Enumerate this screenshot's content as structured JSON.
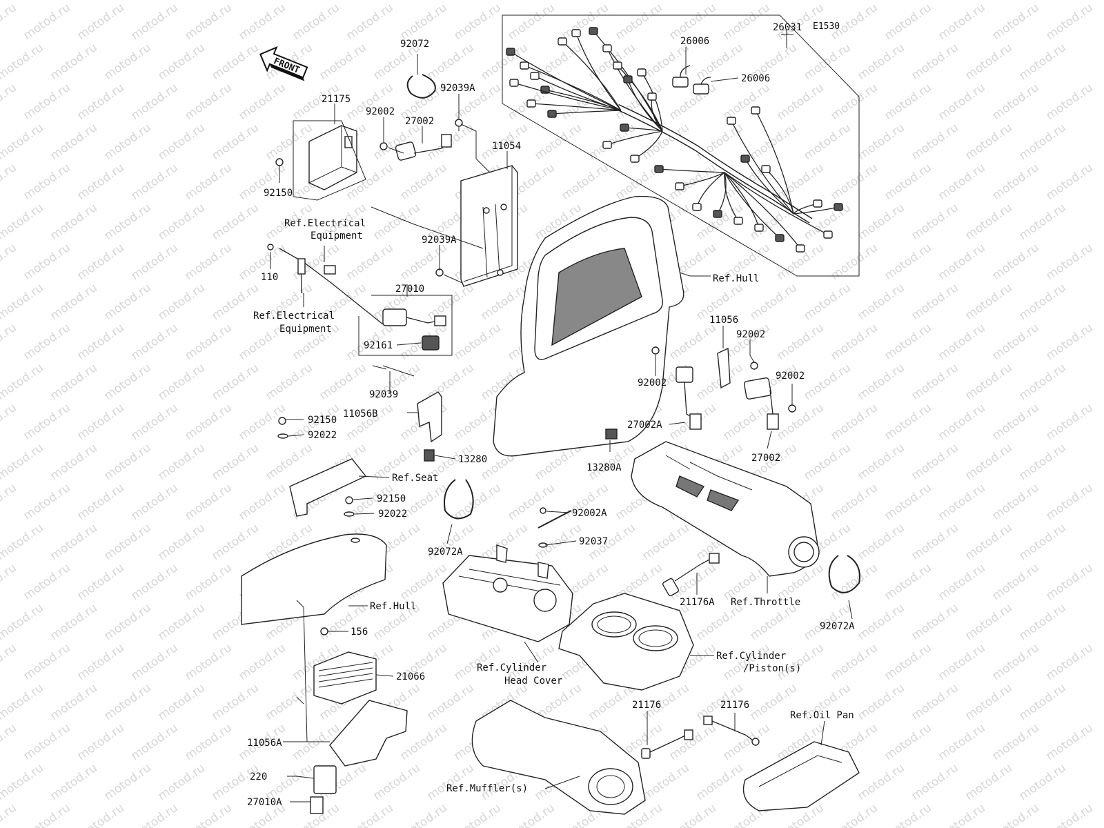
{
  "diagram_code": "E1530",
  "watermark": "motod.ru",
  "front_arrow": "FRONT",
  "labels": {
    "p92072": "92072",
    "p92039A_1": "92039A",
    "p92002_1": "92002",
    "p27002_1": "27002",
    "p21175": "21175",
    "p11054": "11054",
    "p92150_1": "92150",
    "p26006_1": "26006",
    "p26006_2": "26006",
    "p26031": "26031",
    "ref_elec_1a": "Ref.Electrical",
    "ref_elec_1b": "Equipment",
    "p92039A_2": "92039A",
    "p110": "110",
    "p27010": "27010",
    "ref_elec_2a": "Ref.Electrical",
    "ref_elec_2b": "Equipment",
    "ref_hull_1": "Ref.Hull",
    "p92161": "92161",
    "p11056": "11056",
    "p92002_2": "92002",
    "p92002_3": "92002",
    "p92002_4": "92002",
    "p92039": "92039",
    "p11056B": "11056B",
    "p92150_2": "92150",
    "p92022_1": "92022",
    "p27002A": "27002A",
    "p27002_2": "27002",
    "p13280": "13280",
    "p13280A": "13280A",
    "ref_seat": "Ref.Seat",
    "p92150_3": "92150",
    "p92022_2": "92022",
    "p92002A": "92002A",
    "p92037": "92037",
    "p92072A_1": "92072A",
    "ref_hull_2": "Ref.Hull",
    "p21176A": "21176A",
    "ref_throttle": "Ref.Throttle",
    "p92072A_2": "92072A",
    "p156": "156",
    "p21066": "21066",
    "ref_cyl_head_a": "Ref.Cylinder",
    "ref_cyl_head_b": "Head Cover",
    "ref_cyl_piston_a": "Ref.Cylinder",
    "ref_cyl_piston_b": "/Piston(s)",
    "p21176_1": "21176",
    "p21176_2": "21176",
    "ref_oil_pan": "Ref.Oil Pan",
    "p11056A": "11056A",
    "p220": "220",
    "p27010A": "27010A",
    "ref_muffler": "Ref.Muffler(s)"
  }
}
